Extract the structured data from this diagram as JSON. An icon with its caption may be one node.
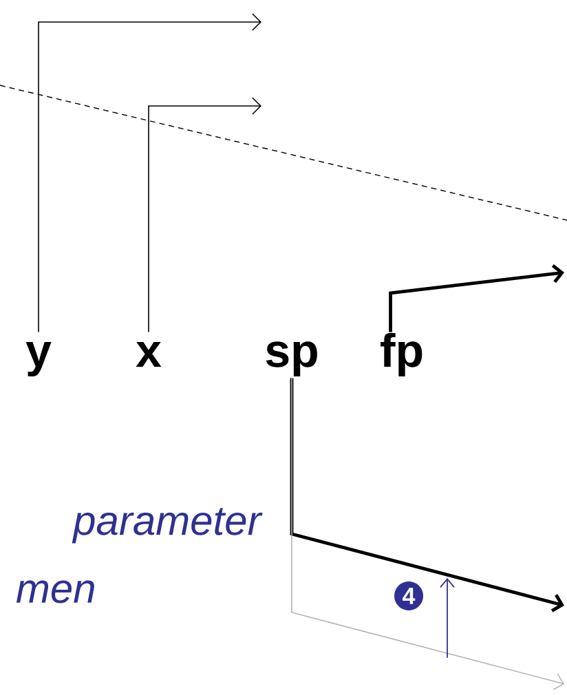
{
  "diagram": {
    "nodes": [
      {
        "text": [
          "y"
        ]
      },
      {
        "text": [
          "x"
        ]
      },
      {
        "text": [
          "sp"
        ]
      },
      {
        "text": [
          "fp"
        ]
      }
    ],
    "edges": [
      {
        "from": 0,
        "to": null,
        "arrow": "to"
      },
      {
        "from": 1,
        "to": null,
        "arrow": "to"
      },
      {
        "from": 3,
        "to": null,
        "arrow": "to",
        "style": "thick"
      },
      {
        "from": 2,
        "to": null,
        "arrow": "to",
        "style": "thick"
      },
      {
        "from": 2,
        "to": null,
        "arrow": "to",
        "color": "#b3b3b3"
      }
    ],
    "labels": [
      "parameter",
      "men",
      "4"
    ]
  }
}
